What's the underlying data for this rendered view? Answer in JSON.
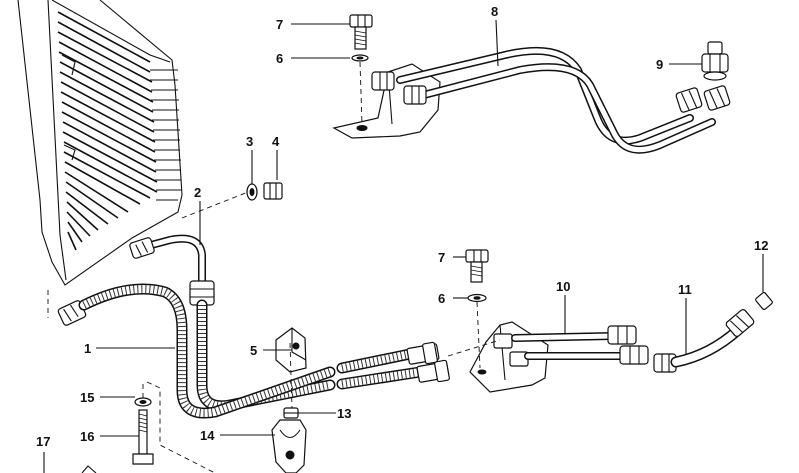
{
  "diagram": {
    "callouts": [
      {
        "id": "c1",
        "number": "1"
      },
      {
        "id": "c2",
        "number": "2"
      },
      {
        "id": "c3",
        "number": "3"
      },
      {
        "id": "c4",
        "number": "4"
      },
      {
        "id": "c5",
        "number": "5"
      },
      {
        "id": "c6a",
        "number": "6"
      },
      {
        "id": "c6b",
        "number": "6"
      },
      {
        "id": "c7a",
        "number": "7"
      },
      {
        "id": "c7b",
        "number": "7"
      },
      {
        "id": "c8",
        "number": "8"
      },
      {
        "id": "c9",
        "number": "9"
      },
      {
        "id": "c10",
        "number": "10"
      },
      {
        "id": "c11",
        "number": "11"
      },
      {
        "id": "c12",
        "number": "12"
      },
      {
        "id": "c13",
        "number": "13"
      },
      {
        "id": "c14",
        "number": "14"
      },
      {
        "id": "c15",
        "number": "15"
      },
      {
        "id": "c16",
        "number": "16"
      },
      {
        "id": "c17",
        "number": "17"
      }
    ]
  }
}
